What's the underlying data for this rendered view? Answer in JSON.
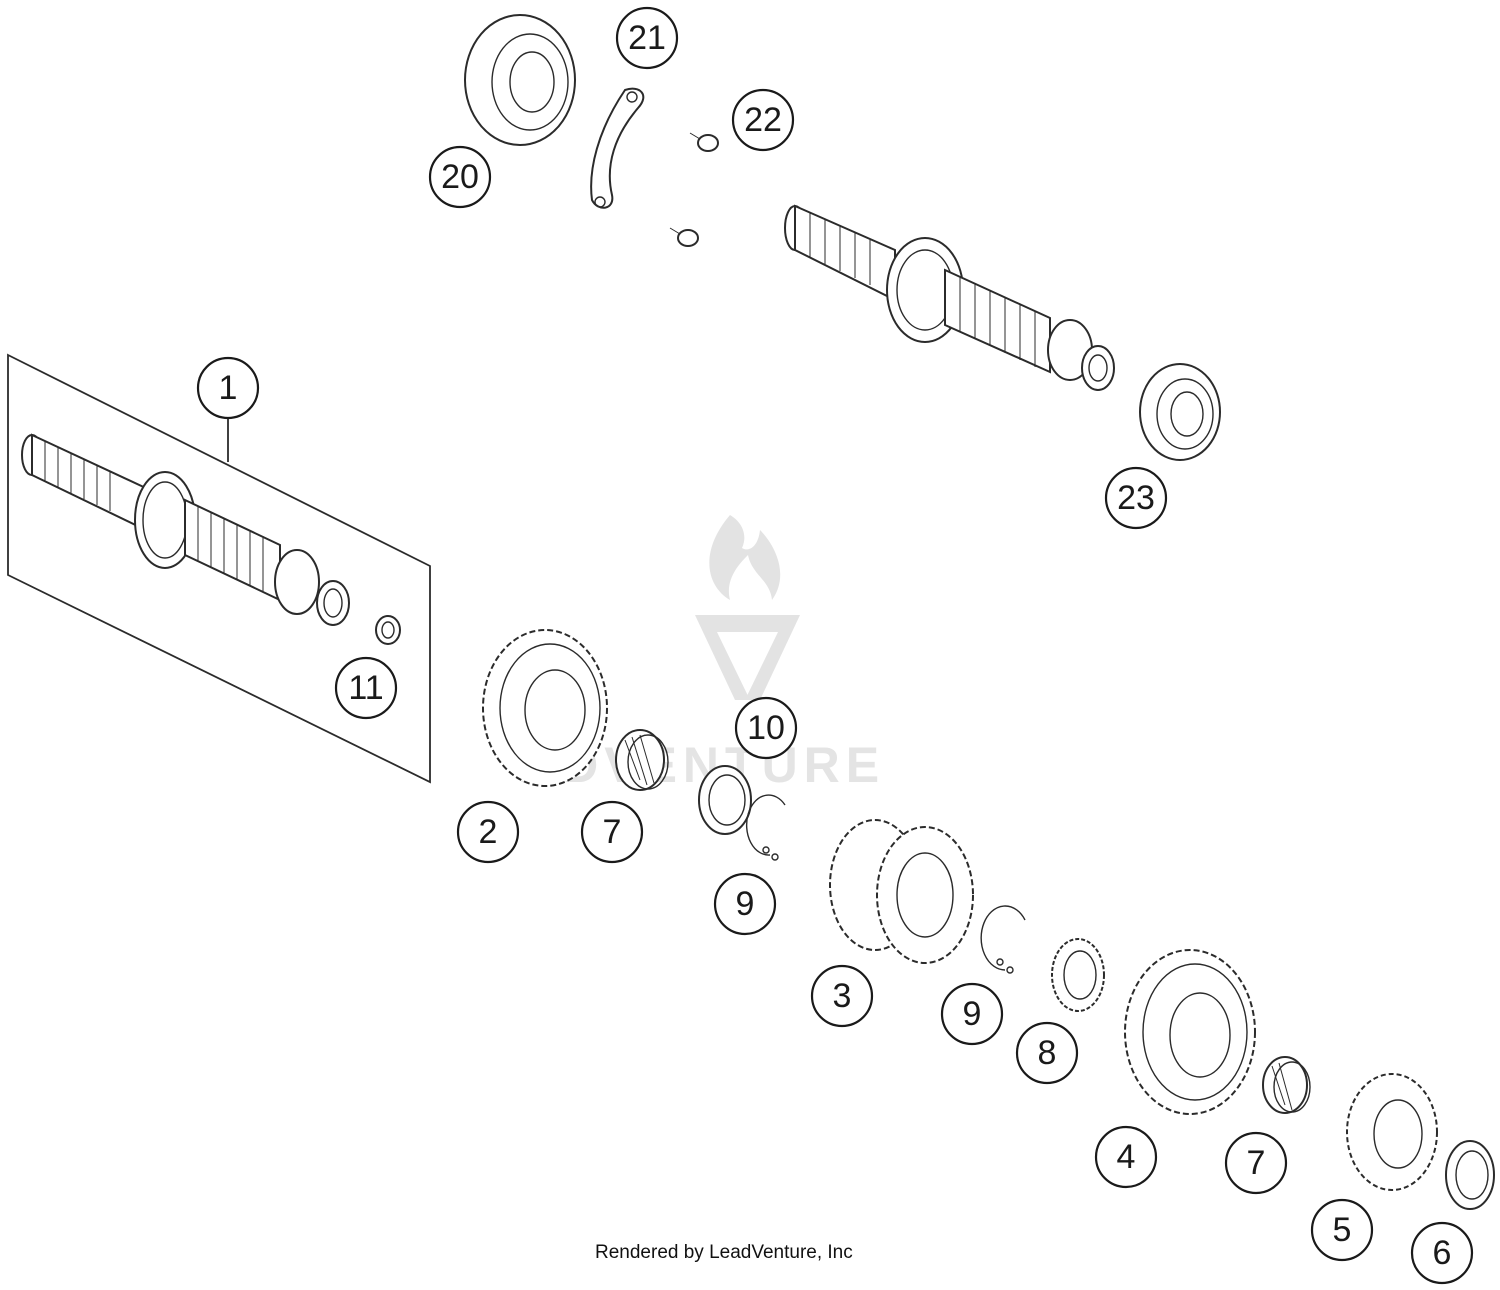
{
  "diagram": {
    "callouts": [
      "1",
      "2",
      "3",
      "4",
      "5",
      "6",
      "7",
      "7",
      "8",
      "9",
      "9",
      "10",
      "11",
      "20",
      "21",
      "22",
      "23"
    ],
    "watermark_text": "ADVENTURE",
    "footer_credit": "Rendered by LeadVenture, Inc"
  }
}
